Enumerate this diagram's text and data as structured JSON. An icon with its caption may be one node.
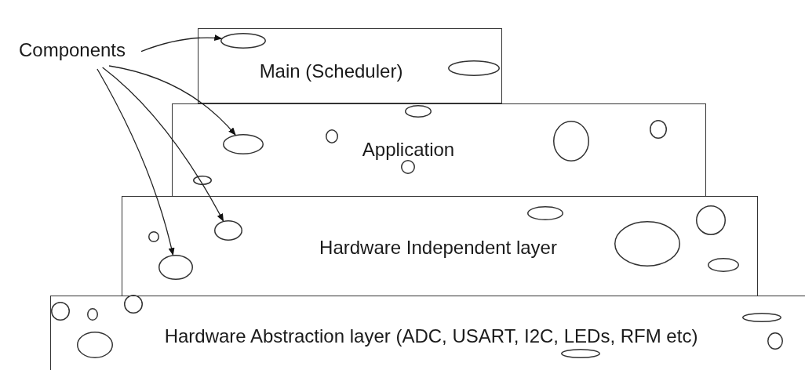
{
  "diagram": {
    "nodes": [
      {
        "text": [
          "Components"
        ]
      },
      {
        "text": [
          "Main (Scheduler)"
        ]
      },
      {
        "text": [],
        "shape": "circle",
        "in": 1
      },
      {
        "text": [],
        "shape": "circle",
        "in": 1
      },
      {
        "text": [
          "Application"
        ]
      },
      {
        "text": [],
        "shape": "circle",
        "in": 4
      },
      {
        "text": [],
        "shape": "circle",
        "in": 4
      },
      {
        "text": [],
        "shape": "circle",
        "in": 4
      },
      {
        "text": [],
        "shape": "circle",
        "in": 4
      },
      {
        "text": [],
        "shape": "circle",
        "in": 4
      },
      {
        "text": [],
        "shape": "circle",
        "in": 4
      },
      {
        "text": [],
        "shape": "circle",
        "in": 4
      },
      {
        "text": [
          "Hardware Independent layer"
        ]
      },
      {
        "text": [],
        "shape": "circle",
        "in": 12
      },
      {
        "text": [],
        "shape": "circle",
        "in": 12
      },
      {
        "text": [],
        "shape": "circle",
        "in": 12
      },
      {
        "text": [],
        "shape": "circle",
        "in": 12
      },
      {
        "text": [],
        "shape": "circle",
        "in": 12
      },
      {
        "text": [],
        "shape": "circle",
        "in": 12
      },
      {
        "text": [],
        "shape": "circle",
        "in": 12
      },
      {
        "text": [
          "Hardware Abstraction layer (ADC, USART, I2C, LEDs, RFM etc)"
        ]
      },
      {
        "text": [],
        "shape": "circle",
        "in": 20
      },
      {
        "text": [],
        "shape": "circle",
        "in": 20
      },
      {
        "text": [],
        "shape": "circle",
        "in": 20
      },
      {
        "text": [],
        "shape": "circle",
        "in": 20
      },
      {
        "text": [],
        "shape": "circle",
        "in": 20
      },
      {
        "text": [],
        "shape": "circle",
        "in": 20
      },
      {
        "text": [],
        "shape": "circle",
        "in": 20
      }
    ],
    "edges": [
      {
        "from": 0,
        "to": 2,
        "arrow": "to"
      },
      {
        "from": 0,
        "to": 6,
        "arrow": "to"
      },
      {
        "from": 0,
        "to": 15,
        "arrow": "to"
      },
      {
        "from": 0,
        "to": 19,
        "arrow": "to"
      }
    ]
  }
}
